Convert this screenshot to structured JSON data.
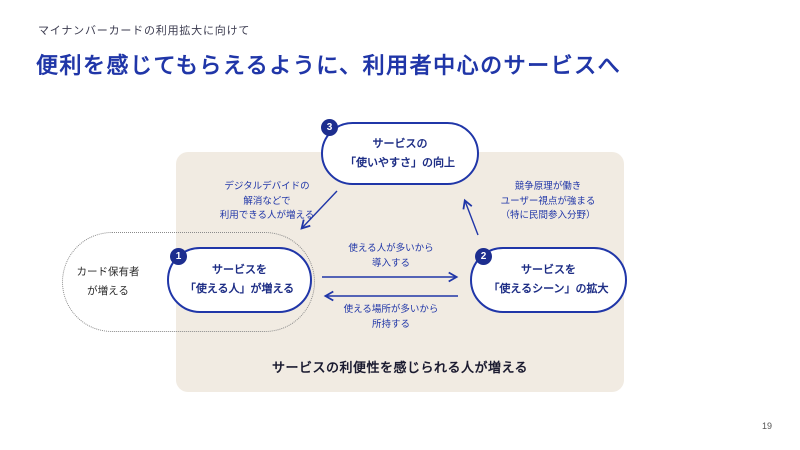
{
  "page": {
    "eyebrow": "マイナンバーカードの利用拡大に向けて",
    "title": "便利を感じてもらえるように、利用者中心のサービスへ",
    "page_number": "19"
  },
  "colors": {
    "accent_blue": "#2036a8",
    "badge_navy": "#1d2e8f",
    "panel_beige": "#f1ebe2"
  },
  "diagram": {
    "node3": {
      "number": "3",
      "text": "サービスの\n「使いやすさ」の向上"
    },
    "node1": {
      "number": "1",
      "text": "サービスを\n「使える人」が増える"
    },
    "node2": {
      "number": "2",
      "text": "サービスを\n「使えるシーン」の拡大"
    },
    "card_holder_label": "カード保有者\nが増える",
    "label_digital_divide": "デジタルデバイドの\n解消などで\n利用できる人が増える",
    "label_competition": "競争原理が働き\nユーザー視点が強まる\n（特に民間参入分野）",
    "label_adopt": "使える人が多いから\n導入する",
    "label_possess": "使える場所が多いから\n所持する",
    "bottom_caption": "サービスの利便性を感じられる人が増える"
  }
}
